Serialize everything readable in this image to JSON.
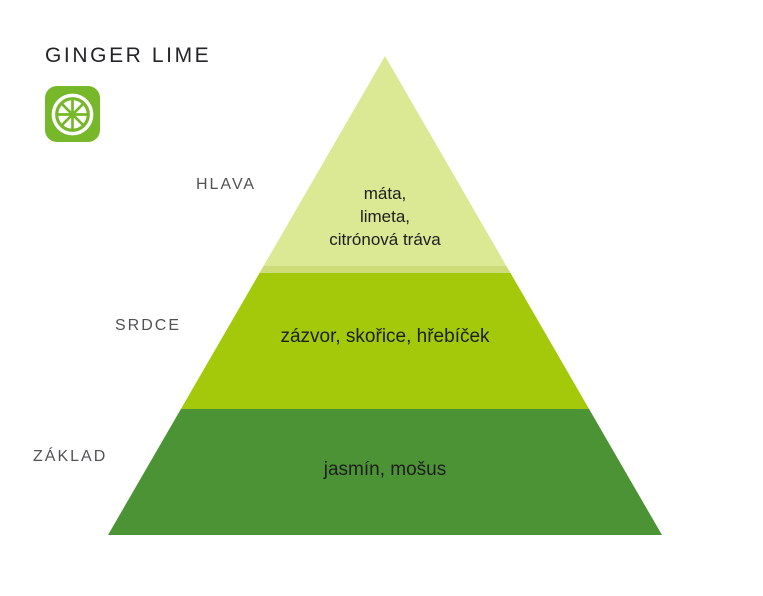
{
  "header": {
    "title": "GINGER LIME"
  },
  "icon": {
    "name": "lime-slice-icon",
    "background": "#76b82a",
    "glyph_color": "#ffffff"
  },
  "pyramid": {
    "label_color": "#515254",
    "text_color": "#1e1e1c",
    "tiers": [
      {
        "id": "head",
        "label": "HLAVA",
        "color": "#dbe894",
        "edge_color": "#cedd7a",
        "lines": [
          "máta,",
          "limeta,",
          "citrónová tráva"
        ]
      },
      {
        "id": "heart",
        "label": "SRDCE",
        "color": "#a4c90a",
        "text": "zázvor, skořice, hřebíček"
      },
      {
        "id": "base",
        "label": "ZÁKLAD",
        "color": "#4b9334",
        "text": "jasmín, mošus"
      }
    ]
  }
}
